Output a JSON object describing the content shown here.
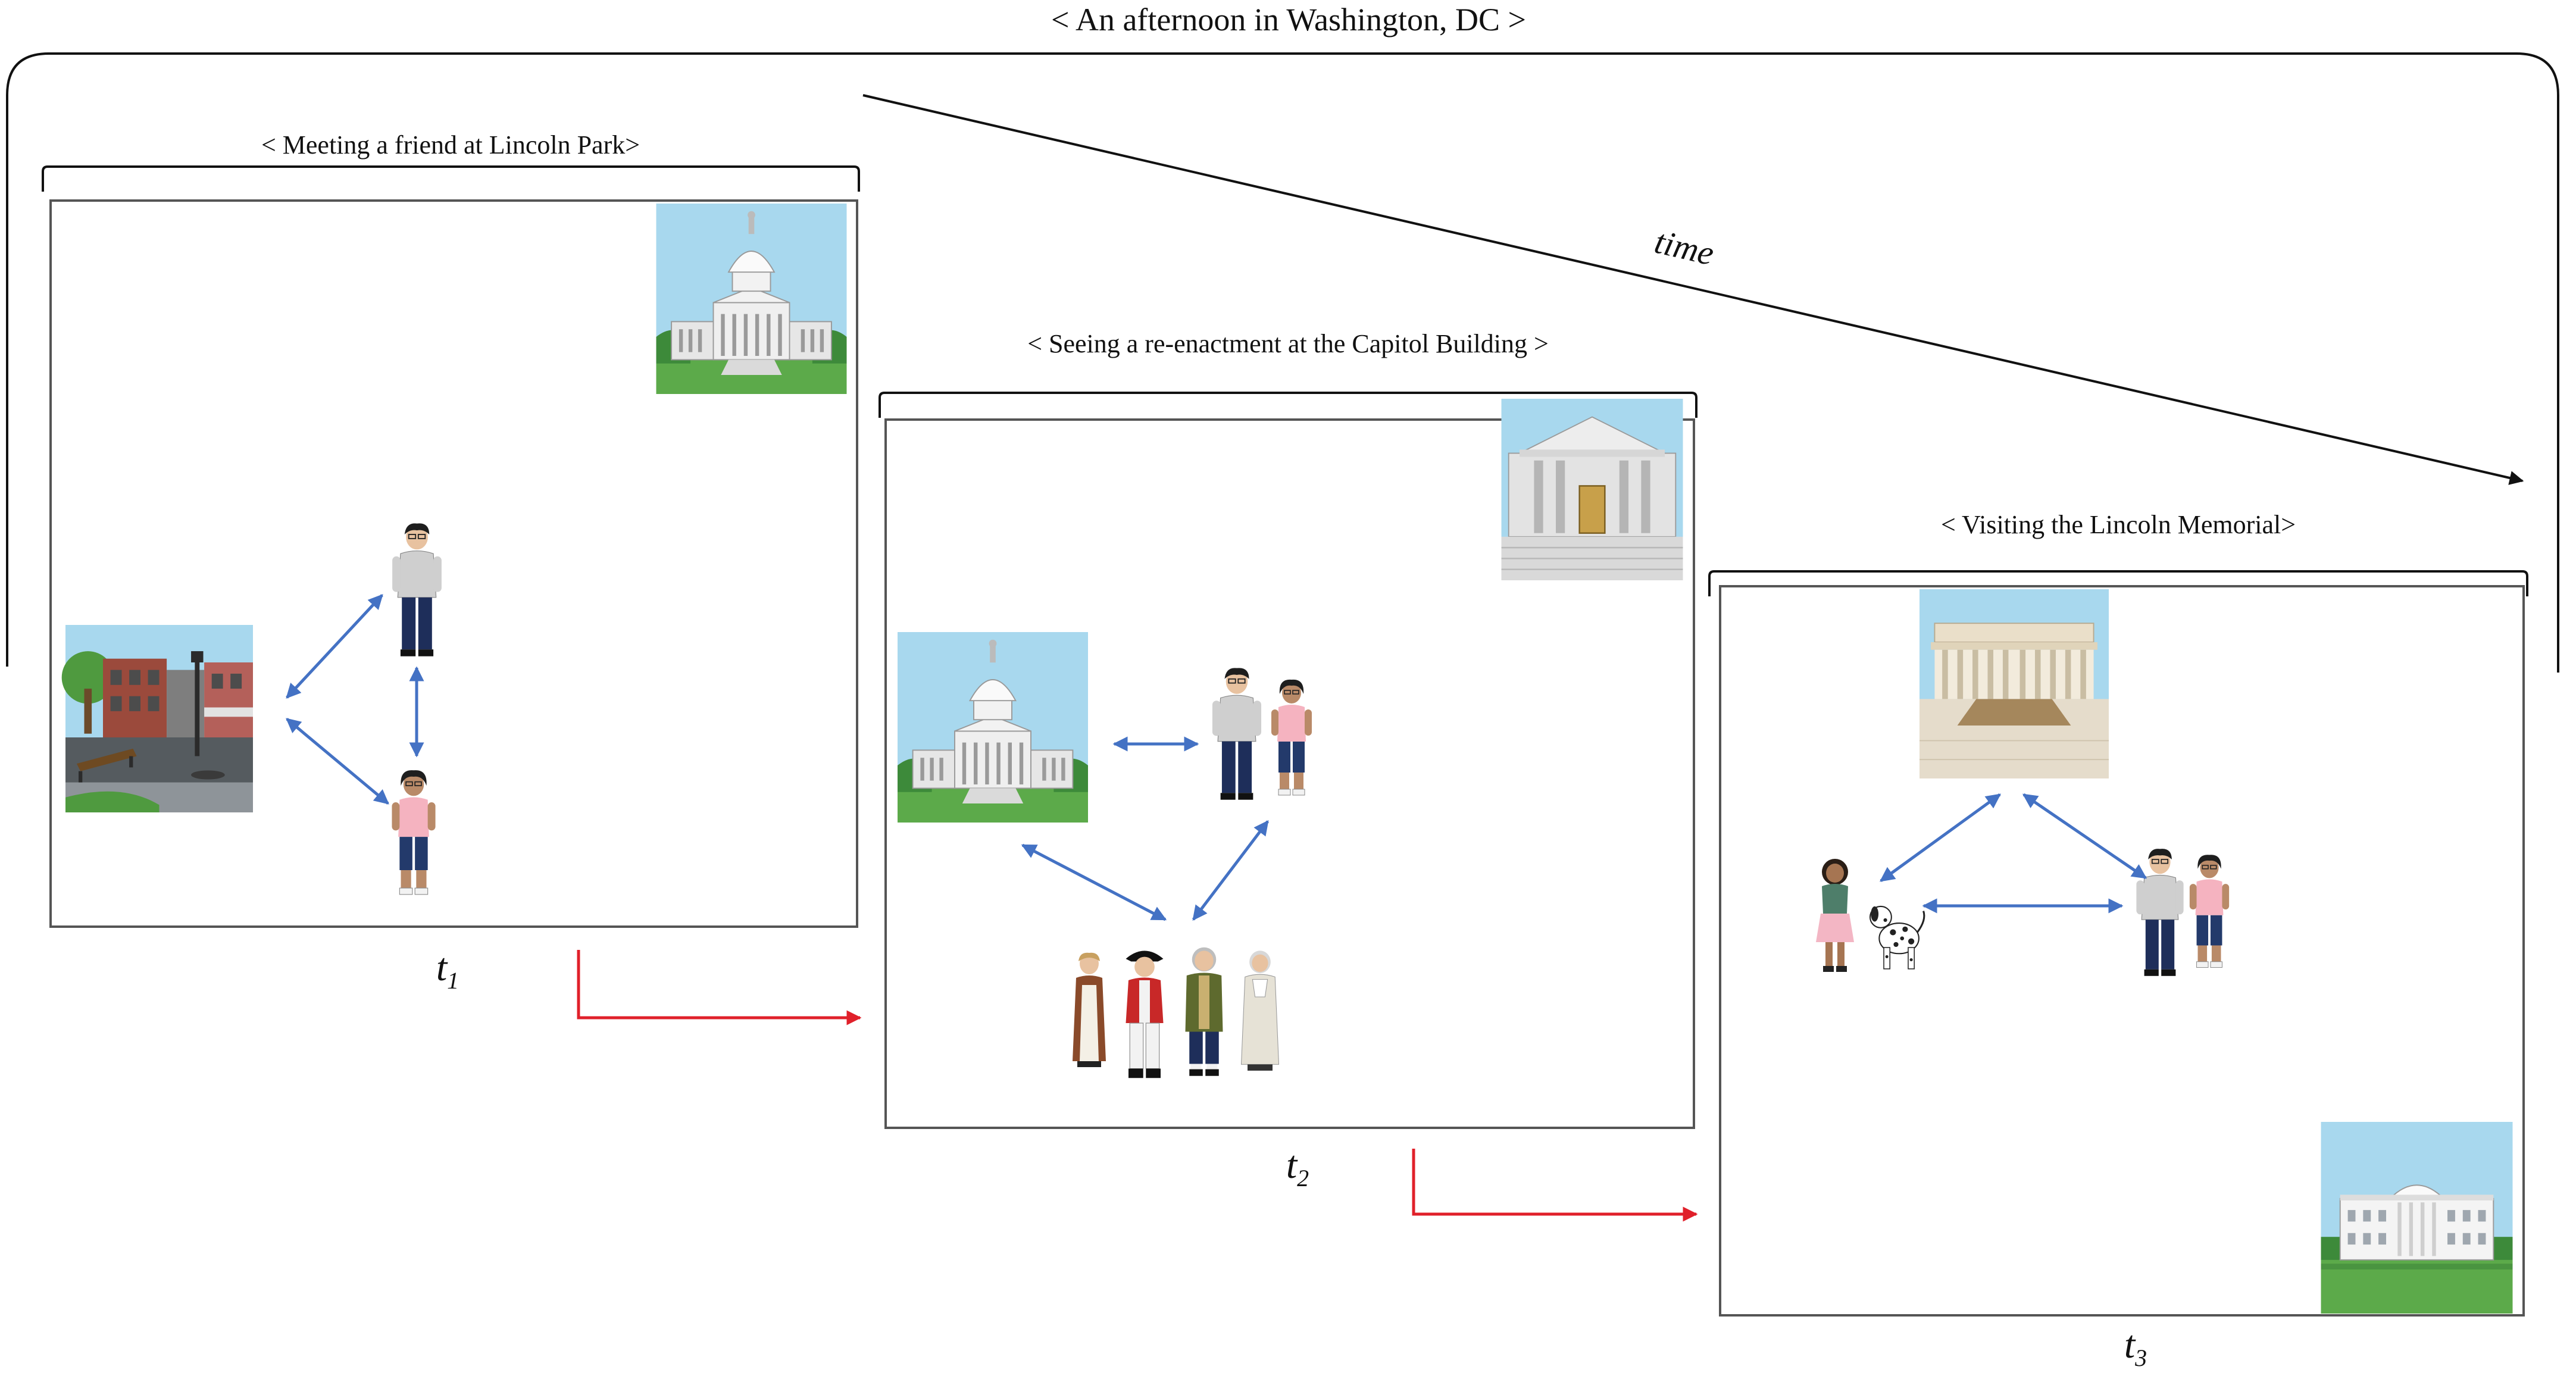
{
  "title": "< An afternoon in Washington, DC >",
  "time_label": "time",
  "scenes": [
    {
      "label": "< Meeting a friend at Lincoln Park>",
      "time_base": "t",
      "time_sub": "1"
    },
    {
      "label": "< Seeing a re-enactment at the Capitol Building >",
      "time_base": "t",
      "time_sub": "2"
    },
    {
      "label": "< Visiting the Lincoln Memorial>",
      "time_base": "t",
      "time_sub": "3"
    }
  ],
  "icons": [
    "capitol-building-icon",
    "park-icon",
    "courthouse-icon",
    "lincoln-memorial-icon",
    "white-house-icon",
    "person-male-icon",
    "person-female-icon",
    "reenactor-icon",
    "dog-icon"
  ],
  "colors": {
    "relation_arrow": "#4472C4",
    "transition_arrow": "#E0202A",
    "frame": "#555555",
    "sky": "#A8D8EE",
    "grass": "#5CAA4A"
  }
}
